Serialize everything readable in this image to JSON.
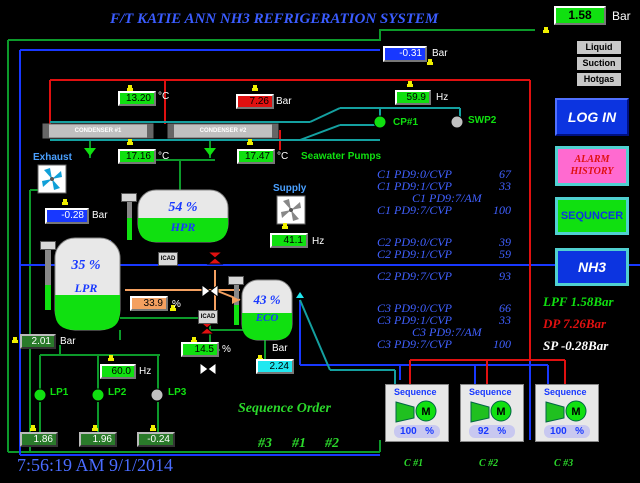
{
  "title": "F/T KATIE ANN NH3 REFRIGERATION SYSTEM",
  "top_readout": {
    "value": "1.58",
    "unit": "Bar"
  },
  "legend": {
    "liquid": "Liquid",
    "suction": "Suction",
    "hotgas": "Hotgas"
  },
  "suction_pressure": {
    "value": "-0.31",
    "unit": "Bar"
  },
  "condensers": {
    "c1_label": "CONDENSER #1",
    "c2_label": "CONDENSER #2",
    "in_temp": {
      "value": "13.20",
      "unit": "°C"
    },
    "out_temp_1": {
      "value": "17.16",
      "unit": "°C"
    },
    "out_temp_2": {
      "value": "17.47",
      "unit": "°C"
    },
    "discharge_pressure": {
      "value": "7.26",
      "unit": "Bar"
    }
  },
  "seawater": {
    "hz": {
      "value": "59.9",
      "unit": "Hz"
    },
    "cp1": "CP#1",
    "swp2": "SWP2",
    "label": "Seawater Pumps"
  },
  "exhaust": {
    "label": "Exhaust"
  },
  "supply": {
    "label": "Supply",
    "hz": {
      "value": "41.1",
      "unit": "Hz"
    }
  },
  "hpr": {
    "level": "54 %",
    "name": "HPR",
    "pressure": {
      "value": "-0.28",
      "unit": "Bar"
    }
  },
  "lpr": {
    "level": "35 %",
    "name": "LPR",
    "pressure": {
      "value": "2.01",
      "unit": "Bar"
    }
  },
  "eco": {
    "level": "43 %",
    "name": "ECO",
    "pressure": {
      "value": "2.24",
      "unit": "Bar"
    }
  },
  "valves": {
    "valve1": {
      "tag": "ICAD",
      "value": "33.9",
      "unit": "%"
    },
    "valve2": {
      "tag": "ICAD",
      "value": "14.5",
      "unit": "%"
    }
  },
  "lp_pumps": {
    "hz": {
      "value": "60.0",
      "unit": "Hz"
    },
    "lp1": {
      "label": "LP1",
      "value": "1.86"
    },
    "lp2": {
      "label": "LP2",
      "value": "1.96"
    },
    "lp3": {
      "label": "LP3",
      "value": "-0.24"
    }
  },
  "compressor_params": [
    {
      "label": "C1 PD9:0/CVP",
      "value": "67"
    },
    {
      "label": "C1 PD9:1/CVP",
      "value": "33"
    },
    {
      "label": "C1 PD9:7/AM",
      "value": ""
    },
    {
      "label": "C1 PD9:7/CVP",
      "value": "100"
    },
    {
      "label": "C2 PD9:0/CVP",
      "value": "39"
    },
    {
      "label": "C2 PD9:1/CVP",
      "value": "59"
    },
    {
      "label": "C2 PD9:7/CVP",
      "value": "93"
    },
    {
      "label": "C3 PD9:0/CVP",
      "value": "66"
    },
    {
      "label": "C3 PD9:1/CVP",
      "value": "33"
    },
    {
      "label": "C3 PD9:7/AM",
      "value": ""
    },
    {
      "label": "C3 PD9:7/CVP",
      "value": "100"
    }
  ],
  "nav": {
    "login": "LOG IN",
    "alarm_history": "ALARM HISTORY",
    "sequencer": "SEQUNCER",
    "nh3": "NH3"
  },
  "summary": {
    "lpf": "LPF 1.58Bar",
    "dp": "DP 7.26Bar",
    "sp": "SP -0.28Bar"
  },
  "sequence": {
    "title": "Sequence Order",
    "order": [
      "#3",
      "#1",
      "#2"
    ]
  },
  "compressors": [
    {
      "caption": "Sequence",
      "load": "100",
      "unit": "%",
      "label": "C #1"
    },
    {
      "caption": "Sequence",
      "load": "92",
      "unit": "%",
      "label": "C #2"
    },
    {
      "caption": "Sequence",
      "load": "100",
      "unit": "%",
      "label": "C #3"
    }
  ],
  "datetime": "7:56:19 AM 9/1/2014",
  "colors": {
    "background": "#000000",
    "title_blue": "#3a5cff",
    "readout_green": "#10e010",
    "alarm_red": "#e01010",
    "liquid_line": "#0c9a2a",
    "suction_line": "#1838ff",
    "hotgas_line": "#e01010",
    "seawater_line": "#14a0a0"
  }
}
